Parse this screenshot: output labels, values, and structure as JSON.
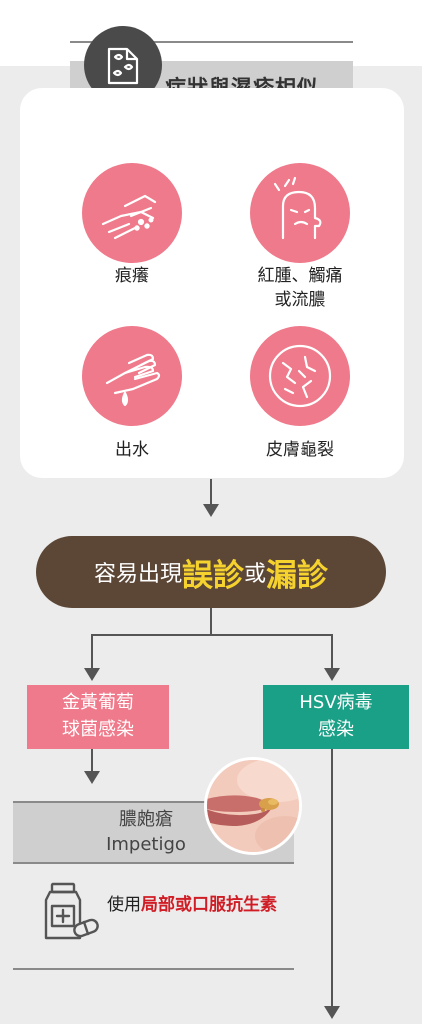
{
  "header": {
    "title": "症狀與濕疹相似",
    "icon": "document-skin-icon"
  },
  "symptoms": [
    {
      "label": "痕癢",
      "icon": "scratching-hand-icon"
    },
    {
      "label_line1": "紅腫、觸痛",
      "label_line2": "或流膿",
      "icon": "swollen-face-icon"
    },
    {
      "label": "出水",
      "icon": "oozing-hand-icon"
    },
    {
      "label": "皮膚龜裂",
      "icon": "cracked-skin-icon"
    }
  ],
  "callout": {
    "prefix": "容易出現",
    "highlight1": "誤診",
    "middle": "或",
    "highlight2": "漏診"
  },
  "branches": {
    "left": {
      "line1": "金黃葡萄",
      "line2": "球菌感染"
    },
    "right": {
      "line1": "HSV病毒",
      "line2": "感染"
    }
  },
  "impetigo": {
    "name_zh": "膿皰瘡",
    "name_en": "Impetigo"
  },
  "treatment": {
    "prefix": "使用",
    "highlight": "局部或口服抗生素",
    "icon": "medicine-bottle-icon"
  },
  "colors": {
    "pink": "#ef7a8b",
    "teal": "#1aa086",
    "brown": "#5c4737",
    "yellow": "#f5d22e",
    "red": "#d01d25"
  }
}
